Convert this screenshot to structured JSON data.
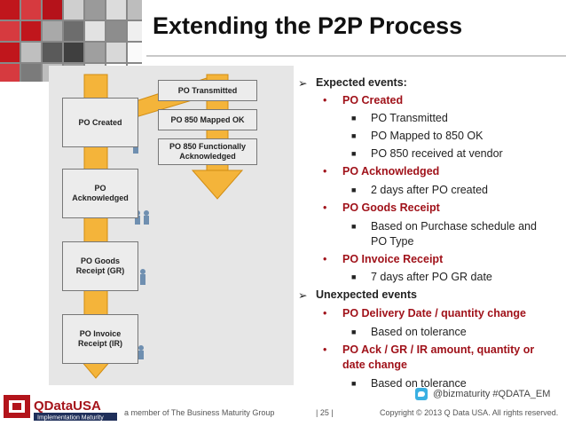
{
  "title": "Extending the P2P Process",
  "diagram": {
    "left_boxes": [
      "PO Created",
      "PO\nAcknowledged",
      "PO Goods\nReceipt (GR)",
      "PO Invoice\nReceipt (IR)"
    ],
    "right_boxes": [
      "PO Transmitted",
      "PO 850 Mapped OK",
      "PO 850 Functionally\nAcknowledged"
    ],
    "colors": {
      "arrow": "#f4b43a",
      "arrow_dark": "#e79a18",
      "box": "#ececec"
    }
  },
  "bullets": [
    {
      "level": 1,
      "text": "Expected events:"
    },
    {
      "level": 2,
      "text": "PO Created"
    },
    {
      "level": 3,
      "text": "PO Transmitted"
    },
    {
      "level": 3,
      "text": "PO Mapped to 850 OK"
    },
    {
      "level": 3,
      "text": "PO 850 received at vendor"
    },
    {
      "level": 2,
      "text": "PO Acknowledged"
    },
    {
      "level": 3,
      "text": "2 days after PO created"
    },
    {
      "level": 2,
      "text": "PO Goods Receipt"
    },
    {
      "level": 3,
      "text": "Based on Purchase schedule and"
    },
    {
      "level": 3,
      "text": "PO Type",
      "continuation": true
    },
    {
      "level": 2,
      "text": "PO Invoice Receipt"
    },
    {
      "level": 3,
      "text": "7 days after PO GR date"
    },
    {
      "level": 1,
      "text": "Unexpected events"
    },
    {
      "level": 2,
      "text": "PO Delivery Date / quantity change"
    },
    {
      "level": 3,
      "text": "Based on tolerance"
    },
    {
      "level": 2,
      "text": "PO Ack / GR / IR amount, quantity or"
    },
    {
      "level": 2,
      "text": "date change",
      "continuation": true
    },
    {
      "level": 3,
      "text": "Based on tolerance"
    }
  ],
  "footer": {
    "logo_name": "QDataUSA",
    "logo_tagline": "Implementation Maturity",
    "member": "a member of The Business Maturity Group",
    "page": "| 25 |",
    "copyright": "Copyright © 2013 Q Data USA. All rights reserved.",
    "social": "@bizmaturity  #QDATA_EM"
  },
  "markers": {
    "l1": "➢",
    "l2": "•",
    "l3": "■"
  }
}
